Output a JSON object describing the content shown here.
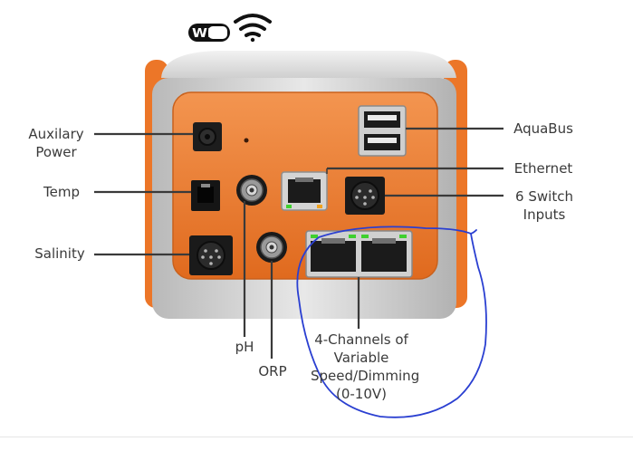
{
  "wifi": {
    "badge_text": "WiFi",
    "icon": "wifi-signal-icon"
  },
  "labels": {
    "auxiliary_power": "Auxilary\nPower",
    "temp": "Temp",
    "salinity": "Salinity",
    "aquabus": "AquaBus",
    "ethernet": "Ethernet",
    "switch_inputs": "6 Switch\nInputs",
    "ph": "pH",
    "orp": "ORP",
    "variable_speed": "4-Channels of\nVariable\nSpeed/Dimming\n(0-10V)"
  },
  "colors": {
    "housing_orange": "#ef7b2c",
    "panel_orange": "#f08a3a",
    "frame_gray": "#bdbdbd",
    "hand_drawn_circle": "#2a3fd1",
    "leader_line": "#3a3a3a"
  }
}
